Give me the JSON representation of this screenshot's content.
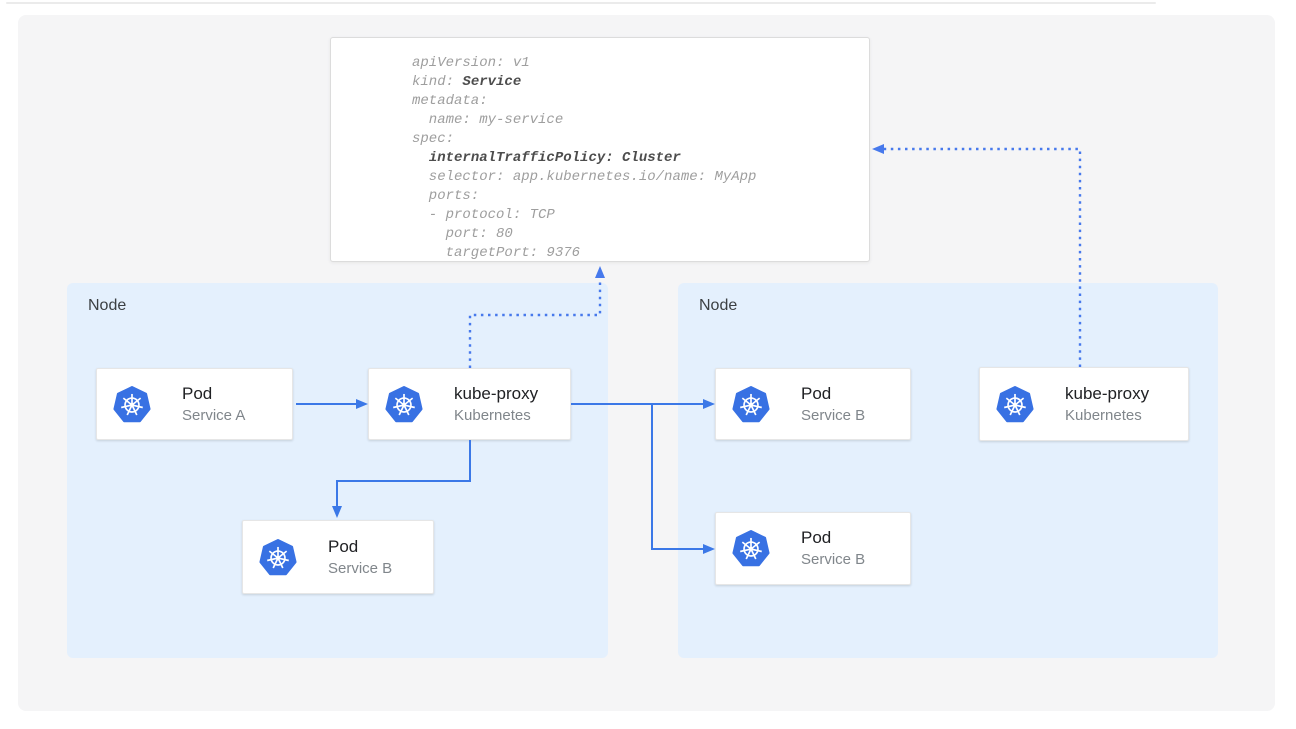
{
  "diagram": {
    "description_topic": "Kubernetes Service internalTrafficPolicy routing"
  },
  "yaml": {
    "lines": [
      {
        "segs": [
          {
            "t": "apiVersion: v1"
          }
        ]
      },
      {
        "segs": [
          {
            "t": "kind: "
          },
          {
            "t": "Service",
            "b": true
          }
        ]
      },
      {
        "segs": [
          {
            "t": "metadata:"
          }
        ]
      },
      {
        "segs": [
          {
            "t": "  name: my-service"
          }
        ]
      },
      {
        "segs": [
          {
            "t": "spec:"
          }
        ]
      },
      {
        "segs": [
          {
            "t": "  "
          },
          {
            "t": "internalTrafficPolicy: Cluster",
            "b": true
          }
        ]
      },
      {
        "segs": [
          {
            "t": "  selector: app.kubernetes.io/name: MyApp"
          }
        ]
      },
      {
        "segs": [
          {
            "t": "  ports:"
          }
        ]
      },
      {
        "segs": [
          {
            "t": "  - protocol: TCP"
          }
        ]
      },
      {
        "segs": [
          {
            "t": "    port: 80"
          }
        ]
      },
      {
        "segs": [
          {
            "t": "    targetPort: 9376"
          }
        ]
      }
    ]
  },
  "nodes": {
    "left": {
      "label": "Node"
    },
    "right": {
      "label": "Node"
    }
  },
  "boxes": {
    "pod_a": {
      "title": "Pod",
      "subtitle": "Service A"
    },
    "kube_proxy_left": {
      "title": "kube-proxy",
      "subtitle": "Kubernetes"
    },
    "pod_b_left": {
      "title": "Pod",
      "subtitle": "Service B"
    },
    "pod_b_right_top": {
      "title": "Pod",
      "subtitle": "Service B"
    },
    "pod_b_right_bottom": {
      "title": "Pod",
      "subtitle": "Service B"
    },
    "kube_proxy_right": {
      "title": "kube-proxy",
      "subtitle": "Kubernetes"
    }
  },
  "icons": {
    "kubernetes": "kubernetes-helm-wheel-icon"
  },
  "colors": {
    "arrow_solid": "#3b78e7",
    "arrow_dotted": "#4779ec",
    "node_fill": "#e4f0fd",
    "canvas_bg": "#f5f5f6",
    "icon_blue": "#3871e3",
    "card_title": "#202124",
    "card_subtitle": "#80868b",
    "yaml_regular": "#9e9e9e",
    "yaml_bold": "#4d4d4d",
    "node_label": "#3c4043"
  }
}
